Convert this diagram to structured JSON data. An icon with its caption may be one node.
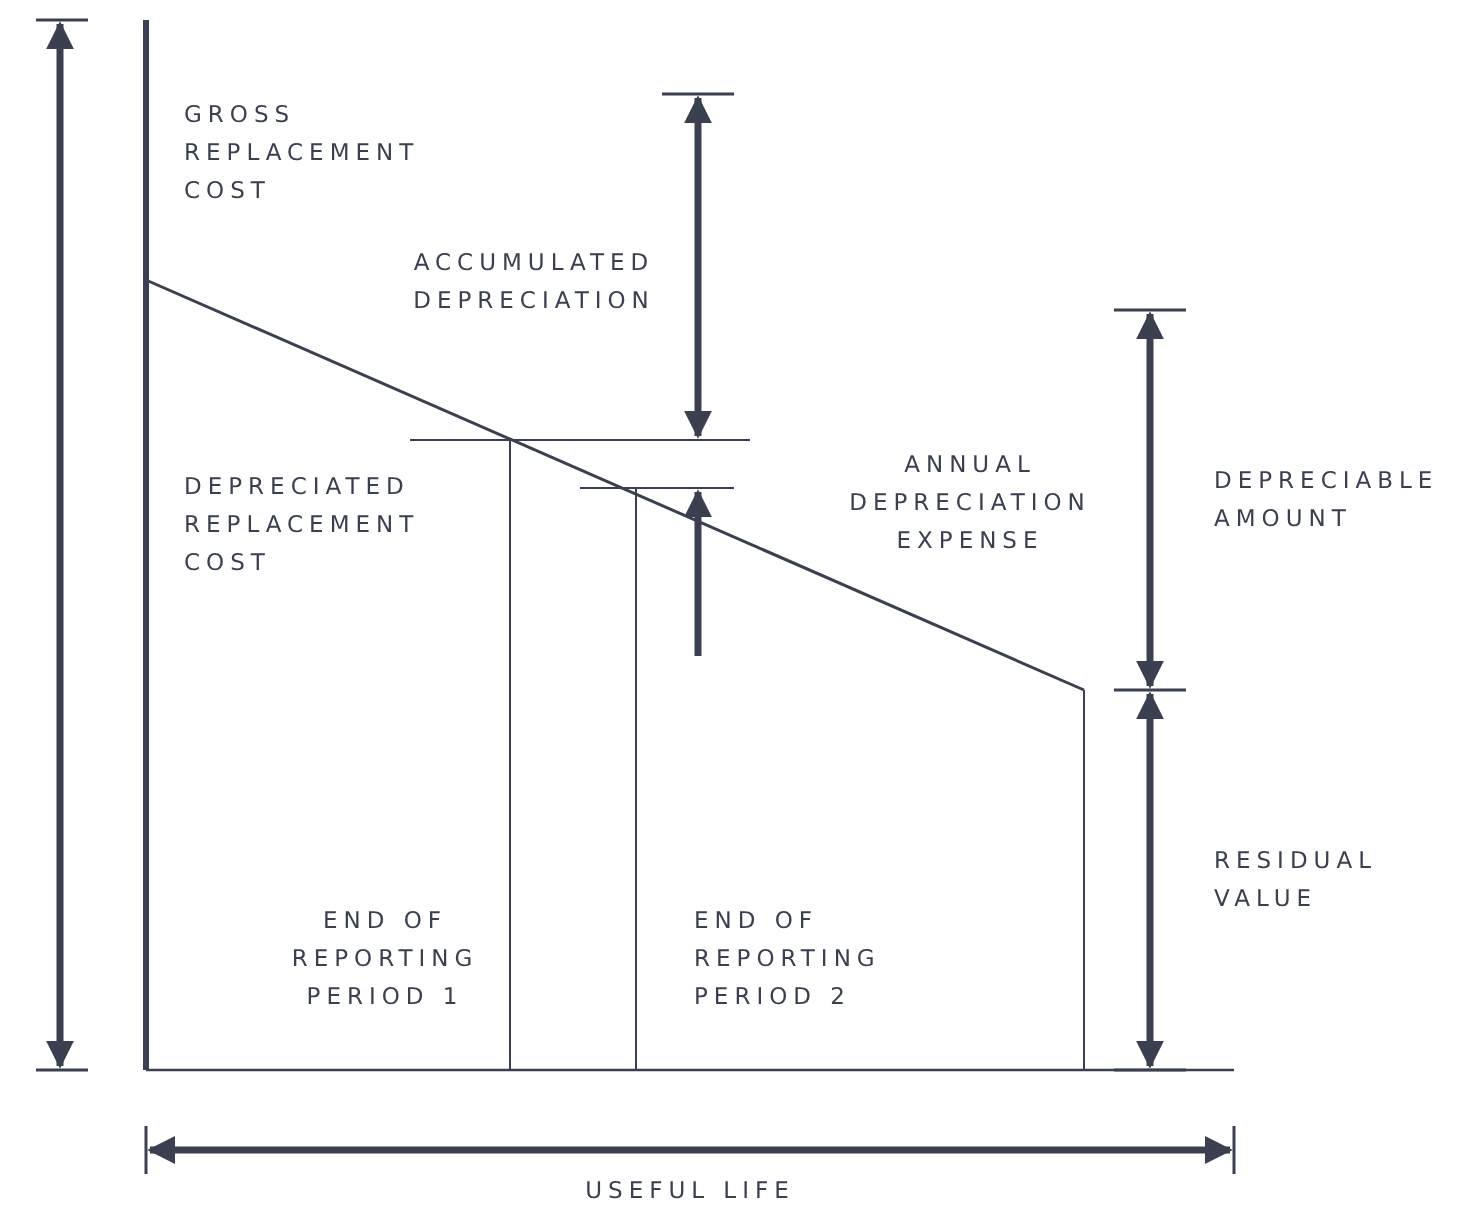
{
  "diagram": {
    "labels": [
      "GROSS REPLACEMENT COST",
      "ACCUMULATED DEPRECIATION",
      "DEPRECIATED REPLACEMENT COST",
      "ANNUAL DEPRECIATION EXPENSE",
      "DEPRECIABLE AMOUNT",
      "RESIDUAL VALUE",
      "END OF REPORTING PERIOD 1",
      "END OF REPORTING PERIOD 2",
      "USEFUL LIFE"
    ]
  }
}
